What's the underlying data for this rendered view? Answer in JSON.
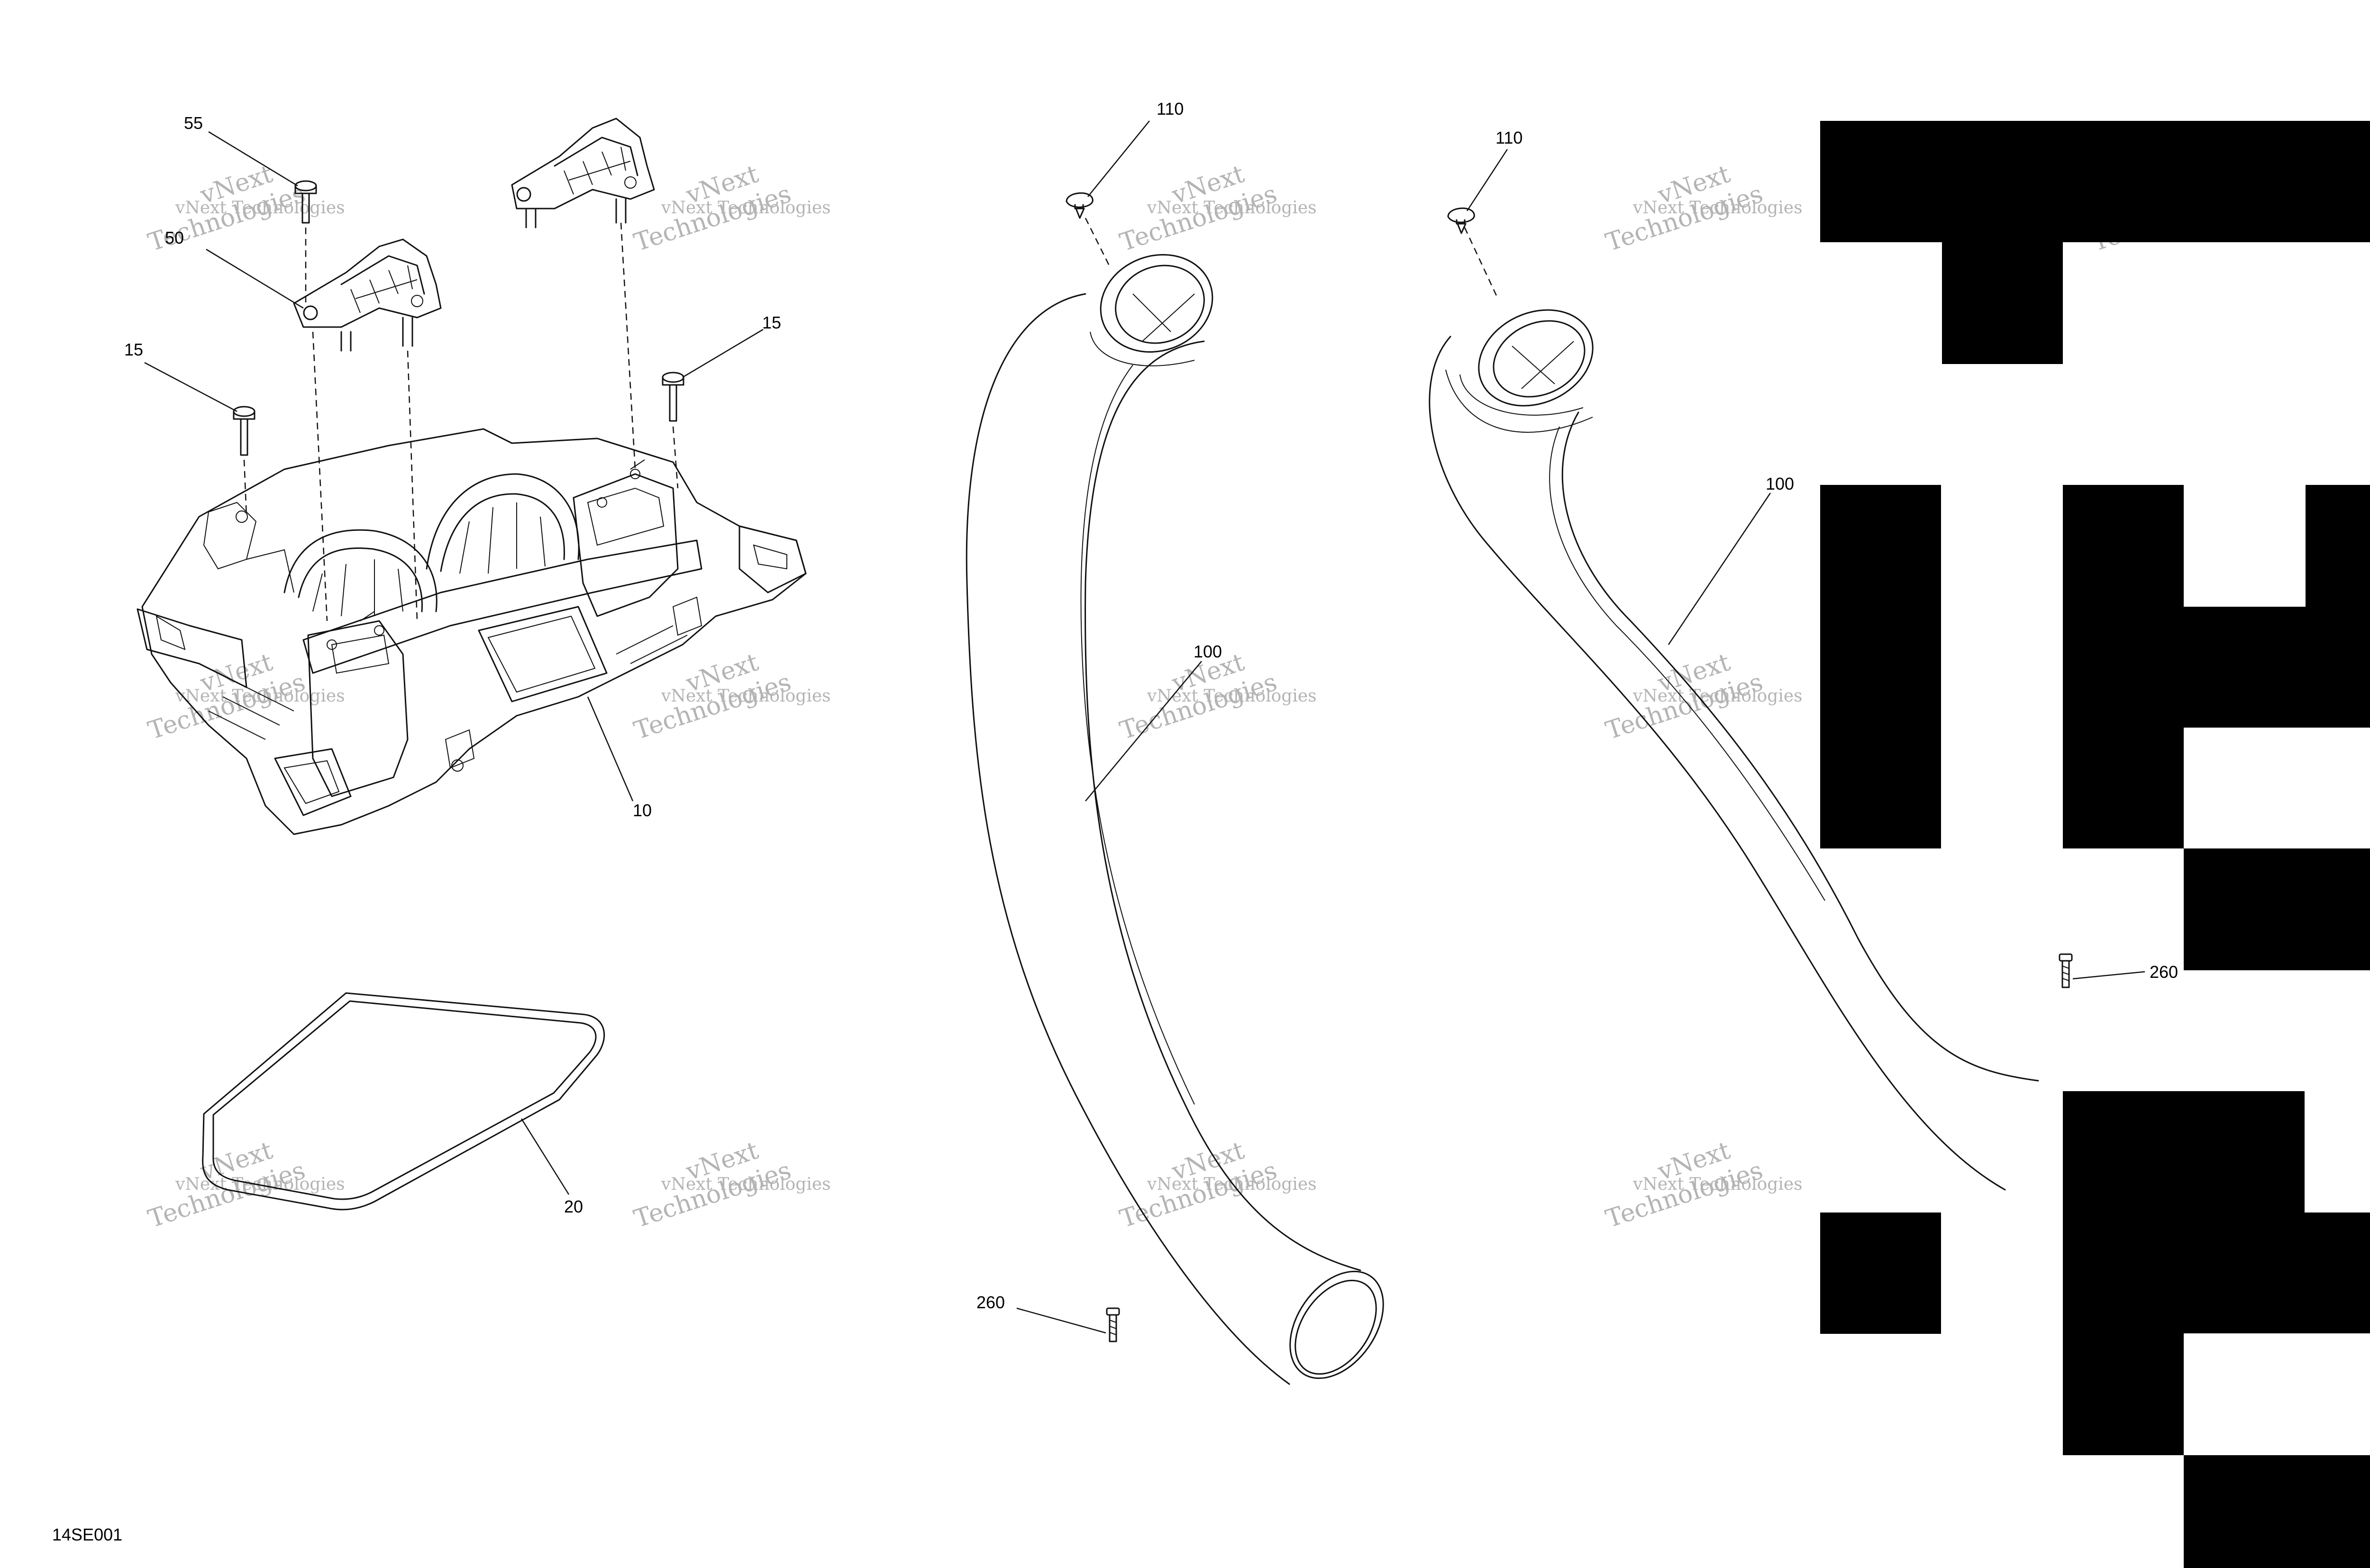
{
  "diagram_code": "14SE001",
  "watermark": {
    "line1": "vNext Technologies",
    "line2": "vNext",
    "line3": "Technologies"
  },
  "callouts": {
    "c55": "55",
    "c50": "50",
    "c15_left": "15",
    "c15_right": "15",
    "c10": "10",
    "c20": "20",
    "c110_a": "110",
    "c110_b": "110",
    "c100_a": "100",
    "c100_b": "100",
    "c260_a": "260",
    "c260_b": "260"
  }
}
